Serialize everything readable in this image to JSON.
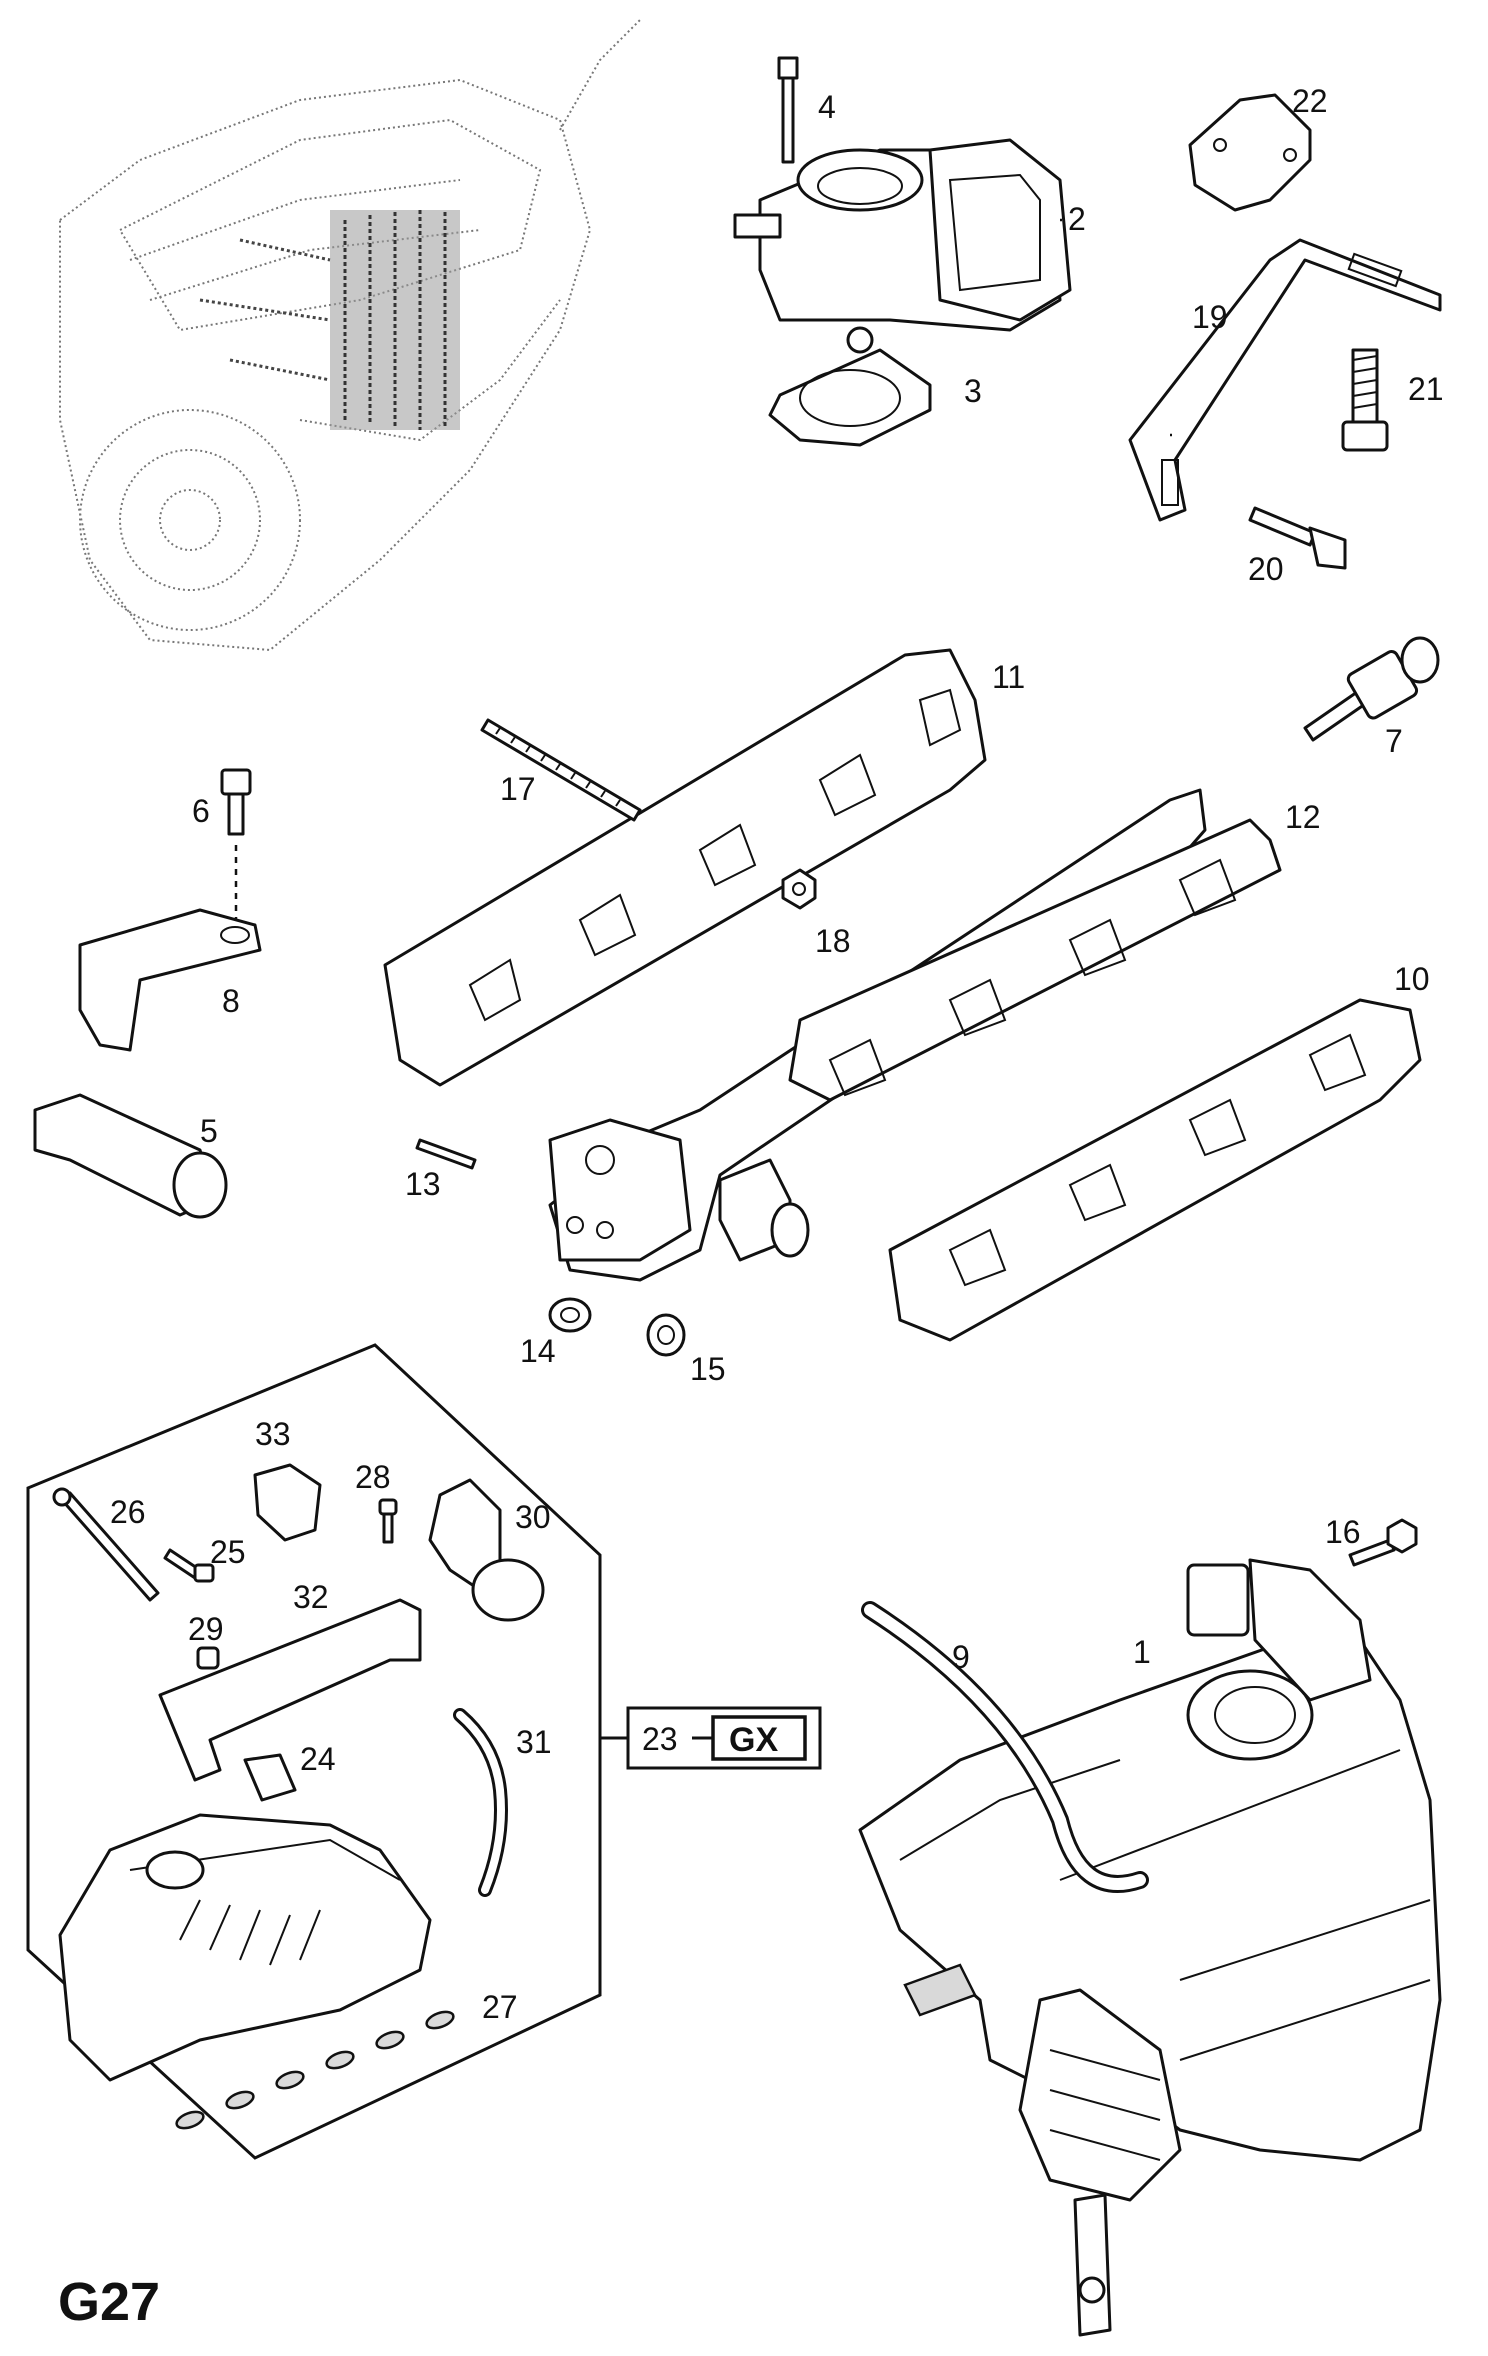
{
  "page_label": "G27",
  "group_ref": {
    "number": "23",
    "code": "GX"
  },
  "callouts": [
    "1",
    "2",
    "3",
    "4",
    "5",
    "6",
    "7",
    "8",
    "9",
    "10",
    "11",
    "12",
    "13",
    "14",
    "15",
    "16",
    "17",
    "18",
    "19",
    "20",
    "21",
    "22",
    "24",
    "25",
    "26",
    "27",
    "28",
    "29",
    "30",
    "31",
    "32",
    "33"
  ]
}
